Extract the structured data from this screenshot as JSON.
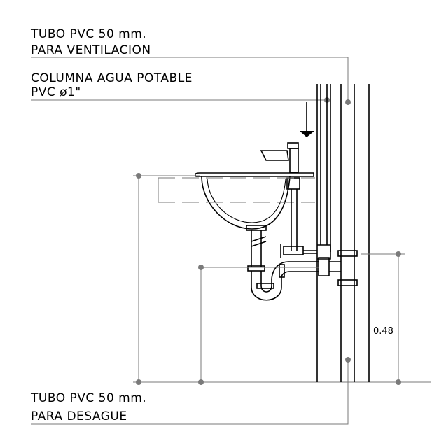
{
  "labels": {
    "vent_line1": "TUBO PVC 50 mm.",
    "vent_line2": "PARA VENTILACION",
    "water_line1": "COLUMNA AGUA POTABLE",
    "water_line2": "PVC ø1\"",
    "drain_line1": "TUBO PVC 50 mm.",
    "drain_line2": "PARA DESAGUE"
  },
  "dimension": {
    "height": "0.48"
  }
}
